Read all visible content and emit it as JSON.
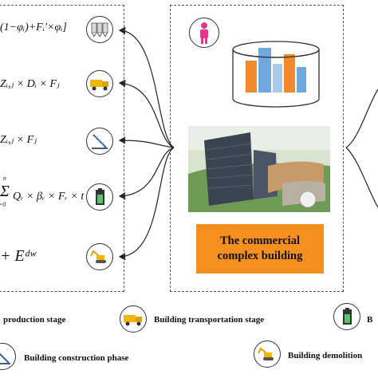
{
  "left_panel": {
    "equations": [
      {
        "text": "(1−φᵢ)+Fᵢ′×φᵢ]"
      },
      {
        "text": "Zᵢ,ⱼ × Dᵢ × Fⱼ"
      },
      {
        "text": "Zᵢ,ⱼ × Fⱼ"
      },
      {
        "sigma_top": "n",
        "sigma_bottom": "=0",
        "text": "Qᵣ × βᵣ × Fᵣ × t"
      },
      {
        "text": "+ Eᵈʷ"
      }
    ],
    "icons": [
      "silo-icon",
      "truck-icon",
      "crane-icon",
      "battery-icon",
      "excavator-icon"
    ]
  },
  "center_panel": {
    "title_line1": "The commercial",
    "title_line2": "complex building"
  },
  "legend": {
    "items": [
      {
        "label": "production stage",
        "icon": "silo-icon"
      },
      {
        "label": "Building transportation stage",
        "icon": "truck-icon"
      },
      {
        "label": "B",
        "icon": "battery-icon"
      },
      {
        "label": "Building construction phase",
        "icon": "crane-icon"
      },
      {
        "label": "Building demolition",
        "icon": "excavator-icon"
      }
    ]
  },
  "colors": {
    "title_box": "#f5901e",
    "icon_yellow": "#f2b705",
    "person": "#e8338a",
    "building_orange": "#f08a2c",
    "building_blue": "#6fa8dc"
  }
}
